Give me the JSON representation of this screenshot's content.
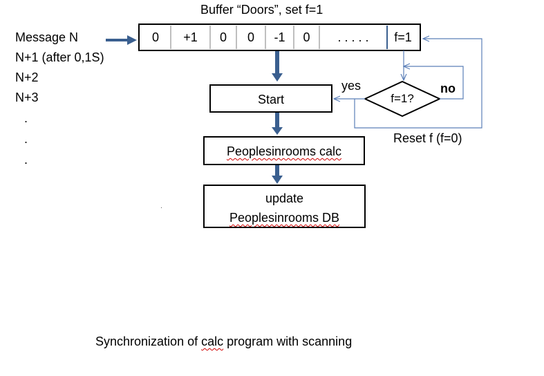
{
  "buffer": {
    "title": "Buffer “Doors”, set f=1",
    "cells": [
      "0",
      "+1",
      "0",
      "0",
      "-1",
      "0",
      ". . . . .",
      "f=1"
    ]
  },
  "messages": [
    "Message N",
    "N+1 (after 0,1S)",
    "N+2",
    "N+3",
    ".",
    ".",
    "."
  ],
  "flow": {
    "start": "Start",
    "calc_label": "Peoplesinrooms calc",
    "update_line1": "update",
    "update_line2": "Peoplesinrooms DB",
    "decision": "f=1?",
    "yes": "yes",
    "no": "no",
    "reset": "Reset f (f=0)"
  },
  "caption": {
    "prefix": "Synchronization of ",
    "word": "calc",
    "suffix": " program with scanning"
  },
  "colors": {
    "arrow_fill": "#3a5f8f",
    "connector": "#5b7fb8"
  }
}
